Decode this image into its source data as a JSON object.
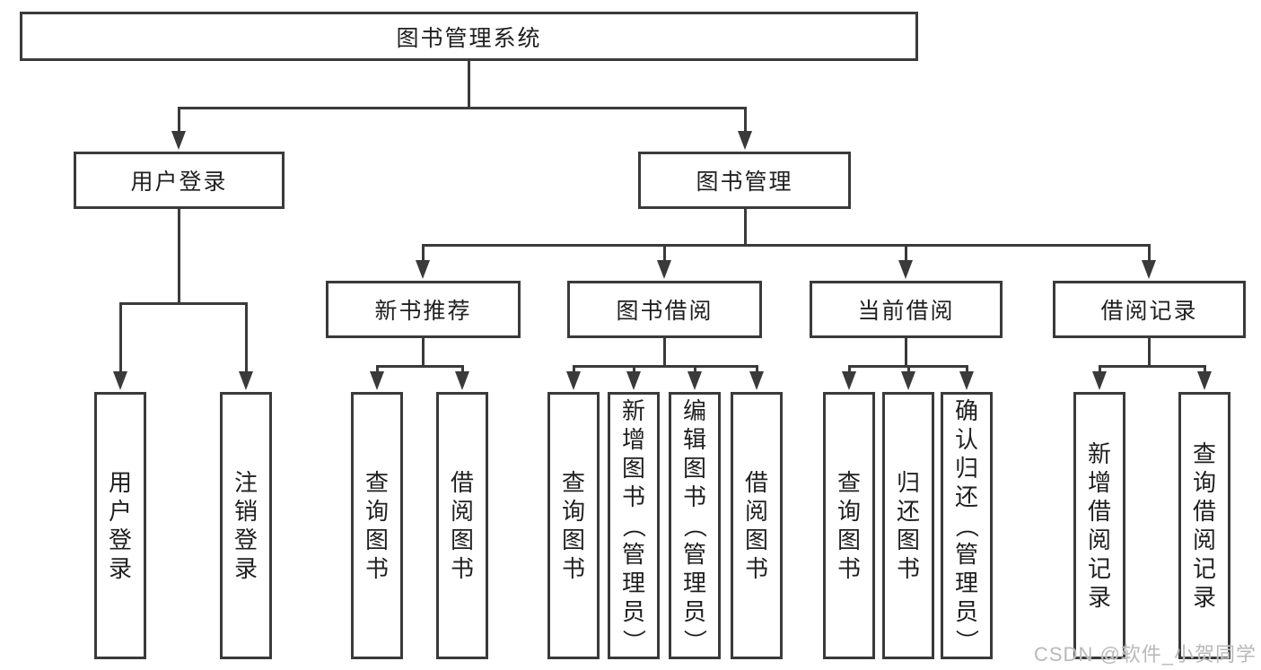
{
  "colors": {
    "line": "#3a3a3a",
    "text": "#1f1f1f",
    "watermark_text": "#b9b9b9"
  },
  "nodes": {
    "root": "图书管理系统",
    "user_login": "用户登录",
    "book_management": "图书管理",
    "new_book_recommend": "新书推荐",
    "book_borrow": "图书借阅",
    "current_borrow": "当前借阅",
    "borrow_records": "借阅记录",
    "leaf_user_login": "用户登录",
    "leaf_logout": "注销登录",
    "leaf_query_book_recommend": "查询图书",
    "leaf_borrow_book_recommend": "借阅图书",
    "leaf_query_book_borrow": "查询图书",
    "leaf_add_book": "新增图书（管理员）",
    "leaf_edit_book": "编辑图书（管理员）",
    "leaf_borrow_book_borrow": "借阅图书",
    "leaf_query_book_current": "查询图书",
    "leaf_return_book": "归还图书",
    "leaf_confirm_return": "确认归还（管理员）",
    "leaf_add_borrow_record": "新增借阅记录",
    "leaf_query_borrow_record": "查询借阅记录"
  },
  "watermark": "CSDN @软件_小贺同学"
}
